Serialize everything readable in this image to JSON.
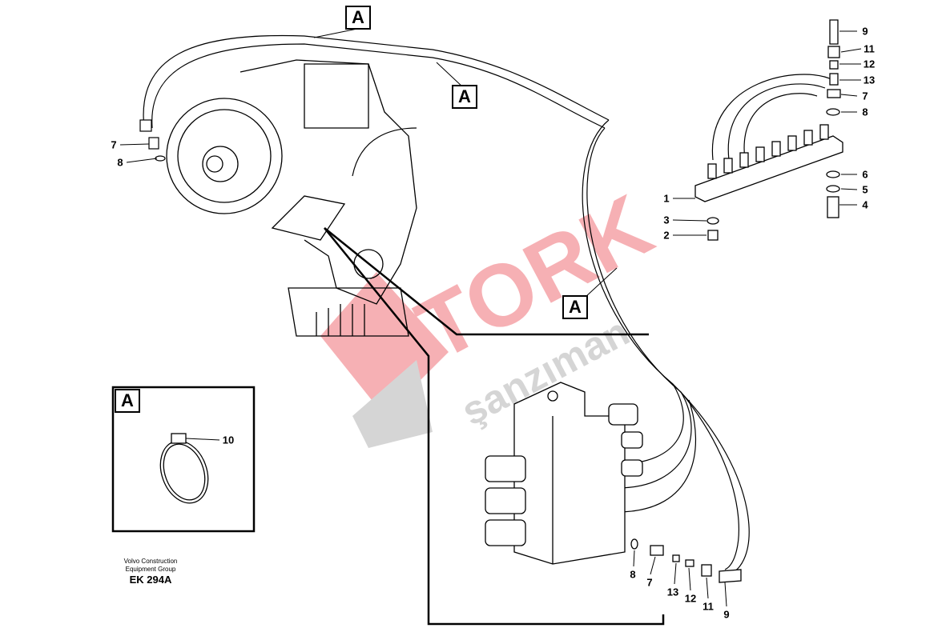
{
  "caption": {
    "line1": "Volvo Construction",
    "line2": "Equipment Group",
    "code": "EK 294A"
  },
  "detail_refs": [
    "A",
    "A",
    "A",
    "A"
  ],
  "callouts": {
    "left": [
      "7",
      "8"
    ],
    "right_column": [
      "9",
      "11",
      "12",
      "13",
      "7",
      "8",
      "6",
      "5",
      "4"
    ],
    "manifold": [
      "1",
      "3",
      "2"
    ],
    "bottom": [
      "8",
      "7",
      "13",
      "12",
      "11",
      "9"
    ],
    "detail": [
      "10"
    ]
  },
  "watermark": {
    "brand": "TORK",
    "sub": "şanzıman",
    "red": "#e8202a",
    "gray": "#8a8a8a"
  }
}
